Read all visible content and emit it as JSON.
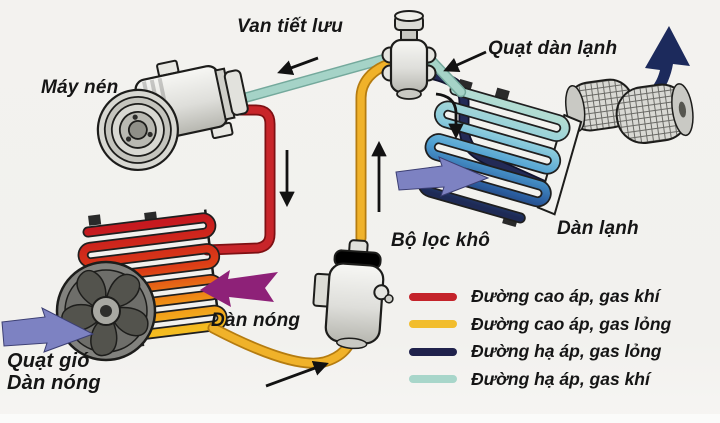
{
  "diagram": {
    "title_labels": {
      "expansion_valve": "Van tiết lưu",
      "compressor": "Máy nén",
      "evaporator_fan": "Quạt dàn lạnh",
      "evaporator": "Dàn lạnh",
      "receiver_drier": "Bộ lọc khô",
      "condenser": "Dàn nóng",
      "condenser_fan_line1": "Quạt gió",
      "condenser_fan_line2": "Dàn nóng"
    },
    "legend": {
      "items": [
        {
          "label": "Đường cao áp, gas khí",
          "color": "#c4232a"
        },
        {
          "label": "Đường cao áp, gas lỏng",
          "color": "#f2bd2d"
        },
        {
          "label": "Đường hạ áp, gas lỏng",
          "color": "#20224c"
        },
        {
          "label": "Đường hạ áp, gas khí",
          "color": "#a8d6ca"
        }
      ]
    },
    "colors": {
      "pipe_high_pressure_gas": "#c8252a",
      "pipe_high_pressure_liquid": "#f0b22a",
      "pipe_low_pressure_liquid": "#232a56",
      "pipe_low_pressure_gas": "#a5d3c7",
      "airflow_arrow": "#7d82c2",
      "hot_air_arrow": "#8e2178",
      "cold_air_arrow": "#1c2a5c"
    }
  }
}
